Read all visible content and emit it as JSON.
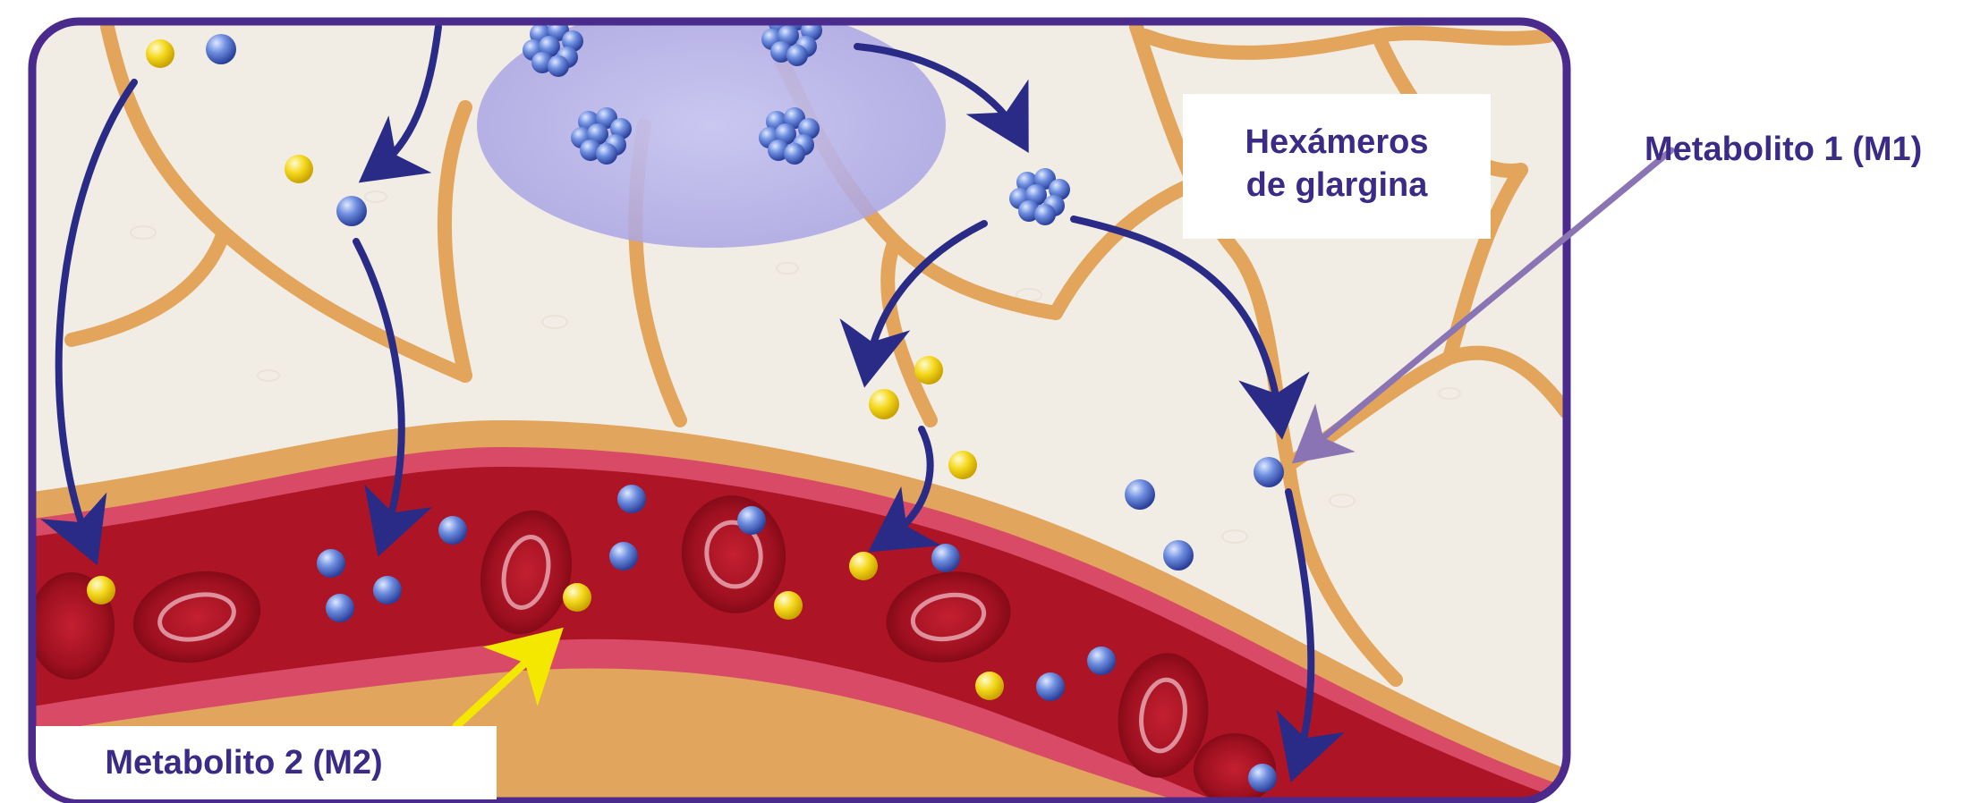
{
  "labels": {
    "hexamers_line1": "Hexámeros",
    "hexamers_line2": "de glargina",
    "metabolite1": "Metabolito 1 (M1)",
    "metabolite2": "Metabolito 2 (M2)"
  },
  "colors": {
    "frame": "#4a2a8c",
    "tissue_background": "#f1ede4",
    "fiber": "#e6a55a",
    "vessel_blood": "#b3172a",
    "vessel_wall": "#d8455f",
    "insulin_molecule": "#3d5fc0",
    "metabolite_yellow": "#f2d21a",
    "arrow_dark": "#2a2b86",
    "arrow_m1": "#8a74b4",
    "arrow_m2": "#f5e800",
    "depot_bubble": "#b9b5e8",
    "label_text": "#3b2a86"
  },
  "icons": {
    "hexamer_cluster": "hexamer-cluster-icon",
    "insulin_monomer": "blue-sphere-icon",
    "metabolite": "yellow-sphere-icon",
    "red_blood_cell": "red-blood-cell-icon"
  }
}
